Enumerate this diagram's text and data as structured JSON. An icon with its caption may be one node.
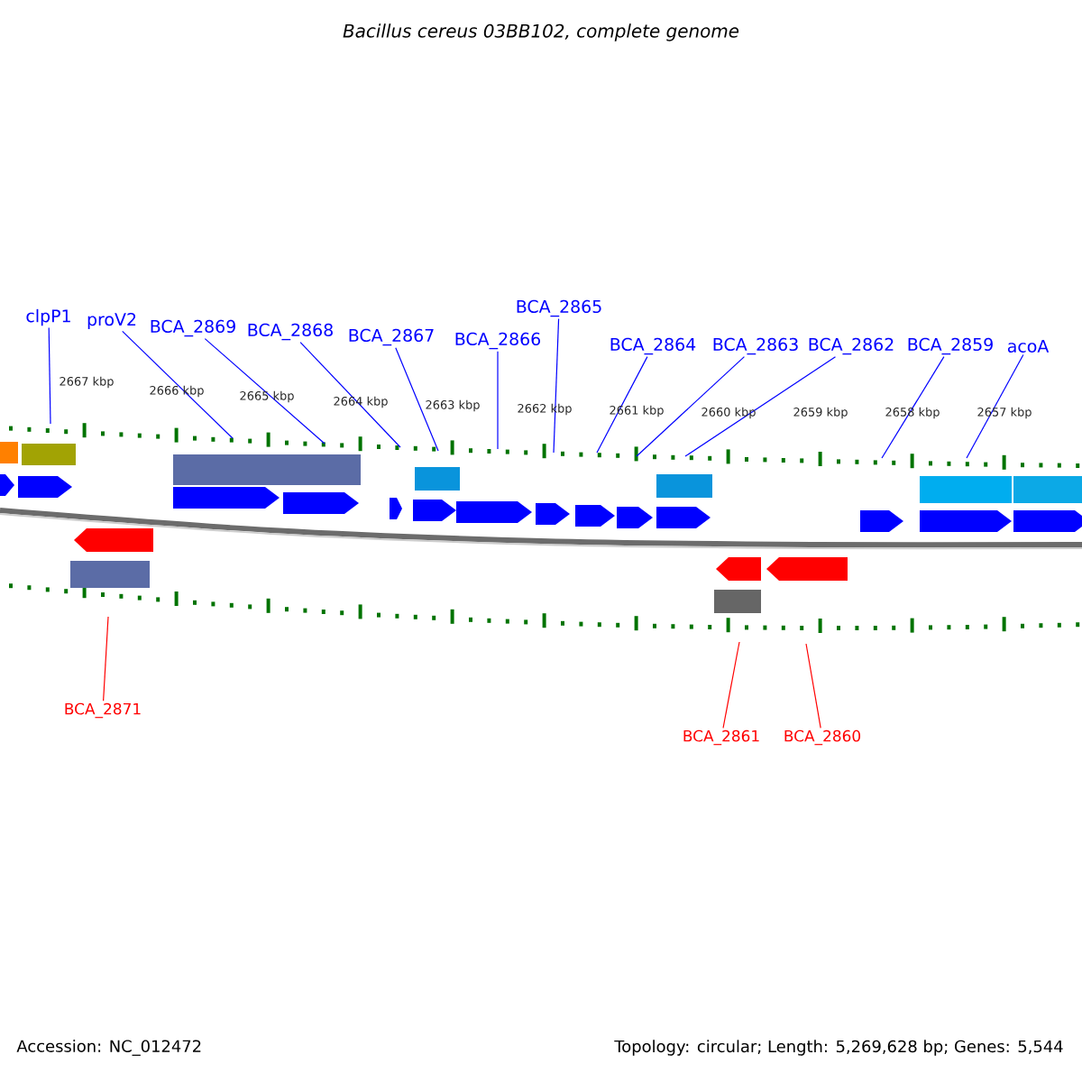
{
  "diagram": {
    "title": "*Bacillus cereus* 03BB102, complete genome",
    "nodes": [
      {
        "text": [
          "clpP1"
        ]
      },
      {
        "text": [
          "proV2"
        ]
      },
      {
        "text": [
          "BCA_2869"
        ]
      },
      {
        "text": [
          "BCA_2868"
        ]
      },
      {
        "text": [
          "BCA_2867"
        ]
      },
      {
        "text": [
          "BCA_2866"
        ]
      },
      {
        "text": [
          "BCA_2865"
        ]
      },
      {
        "text": [
          "BCA_2864"
        ]
      },
      {
        "text": [
          "BCA_2863"
        ]
      },
      {
        "text": [
          "BCA_2862"
        ]
      },
      {
        "text": [
          "BCA_2859"
        ]
      },
      {
        "text": [
          "acoA"
        ]
      },
      {
        "text": [
          "BCA_2871"
        ]
      },
      {
        "text": [
          "BCA_2861"
        ]
      },
      {
        "text": [
          "BCA_2860"
        ]
      }
    ],
    "edges": [
      {
        "from": 0,
        "to": null,
        "arrow": "none"
      },
      {
        "from": 1,
        "to": null,
        "arrow": "none"
      },
      {
        "from": 2,
        "to": null,
        "arrow": "none"
      },
      {
        "from": 3,
        "to": null,
        "arrow": "none"
      },
      {
        "from": 4,
        "to": null,
        "arrow": "none"
      },
      {
        "from": 5,
        "to": null,
        "arrow": "none"
      },
      {
        "from": 6,
        "to": null,
        "arrow": "none"
      },
      {
        "from": 7,
        "to": null,
        "arrow": "none"
      },
      {
        "from": 8,
        "to": null,
        "arrow": "none"
      },
      {
        "from": 9,
        "to": null,
        "arrow": "none"
      },
      {
        "from": 10,
        "to": null,
        "arrow": "none"
      },
      {
        "from": 11,
        "to": null,
        "arrow": "none"
      },
      {
        "from": 12,
        "to": null,
        "arrow": "none",
        "color": "#ff0000"
      },
      {
        "from": 13,
        "to": null,
        "arrow": "none",
        "color": "#ff0000"
      },
      {
        "from": 14,
        "to": null,
        "arrow": "none",
        "color": "#ff0000"
      }
    ],
    "labels": [
      "2667 kbp",
      "2666 kbp",
      "2665 kbp",
      "2664 kbp",
      "2663 kbp",
      "2662 kbp",
      "2661 kbp",
      "2660 kbp",
      "2659 kbp",
      "2658 kbp",
      "2657 kbp",
      "Accession: NC_012472",
      "Topology: circular; Length: 5,269,628 bp; Genes: 5,544"
    ]
  }
}
